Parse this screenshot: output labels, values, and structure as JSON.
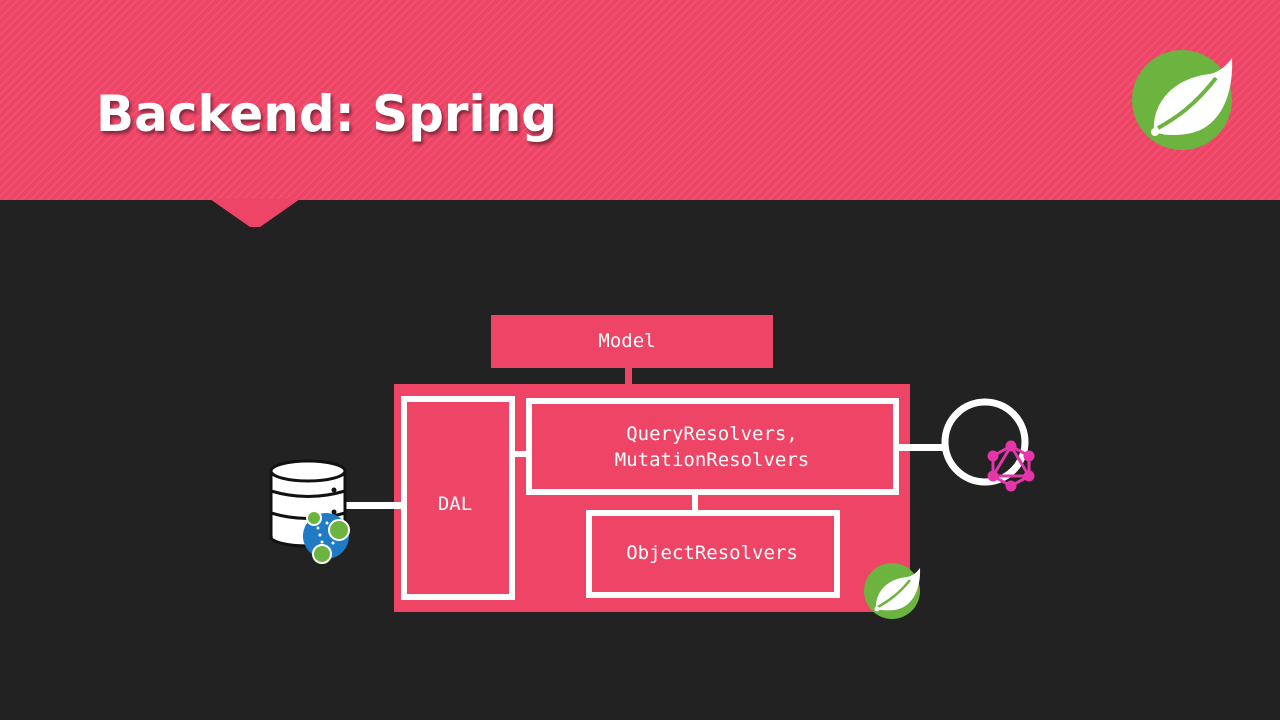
{
  "slide": {
    "title": "Backend: Spring",
    "accent_color": "#ee4466",
    "background_color": "#222222",
    "spring_green": "#6db33f"
  },
  "diagram": {
    "model_label": "Model",
    "resolvers_line1": "QueryResolvers,",
    "resolvers_line2": "MutationResolvers",
    "object_resolvers_label": "ObjectResolvers",
    "dal_label": "DAL"
  },
  "icons": {
    "header_logo": "spring-leaf-icon",
    "container_logo": "spring-leaf-icon",
    "database": "database-cylinder-icon",
    "neo4j": "neo4j-graph-icon",
    "graphql": "graphql-icon",
    "endpoint": "endpoint-circle-icon"
  }
}
